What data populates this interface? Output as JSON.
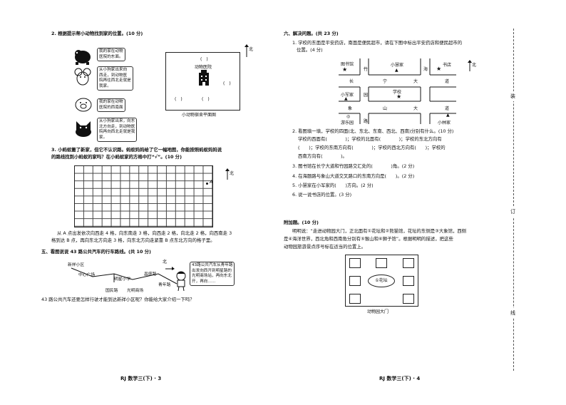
{
  "left": {
    "q2": {
      "title": "2. 根据提示帮小动物找到家的位置。(10 分)",
      "bubbles": [
        [
          "我的家在动物",
          "医院的东面。"
        ],
        [
          "从小狗家出来向",
          "西走，到动物医",
          "院再往西北走就是",
          "我家。"
        ],
        [
          "我的家在动物",
          "医院的西南面"
        ],
        [
          "从小狗家出来，向东",
          "北方向走，到动物医",
          "院再向西北走就是我",
          "家。"
        ]
      ],
      "map_center_label": "动物医院",
      "map_caption": "小动物宿舍平面图",
      "north_label": "北"
    },
    "q3": {
      "title_line1": "3. 小蚂蚁搬了新家，但它不认识路。蚂蚁妈妈给了它一幅地图，你能按照蚂蚁妈妈说",
      "title_line2": "的路线找到小蚂蚁的家吗？在小蚂蚁家的方格中打“√”。(10 分)",
      "point_a": "A",
      "north_label": "北",
      "route_line1": "从 A 点出发依次向西走 4 格，向东南走 3 格，向西走 2 格，向北走 2 格，向西南走 3",
      "route_line2": "格到达 B 点，再向东北方向走 3 格，向东北方向走紧靠 B 点东北方向的格子里。"
    },
    "q5": {
      "title": "五、看图说说 43 路公共汽车的行车路线。(共 10 分)",
      "stops": {
        "xinxin": "新祥小区",
        "zhongxin": "中心广场",
        "mingxing": "明星小学",
        "changsheng": "昌盛路",
        "guomin": "国民路",
        "guangming": "光明商场",
        "qingnian": "青年路"
      },
      "north_label": "北",
      "bubble": [
        "43路公共汽车从青年路",
        "出发向西开到明星路的",
        "光明商场站，再向东北",
        "开，再向……"
      ],
      "question": "43 路公共汽车还要怎样行驶才能到达新祥小区呢？你能给大家介绍一下吗？"
    },
    "footer": "RJ 数学三(下) · 3"
  },
  "right": {
    "q6": {
      "title": "六、解决问题。(共 23 分)",
      "p1_line1": "1. 学校的东面是平安药店，南面是便民超市，请在下图中标出平安药店和便民超市的",
      "p1_line2": "位置。(4 分)",
      "map": {
        "library": "图书馆",
        "xiaohui": "小慧家",
        "shudian": "书店",
        "zhu": "竹",
        "hai": "海",
        "chang": "长",
        "ning": "宁",
        "da": "大",
        "dao": "道",
        "xiaojun": "小军家",
        "yuan": "园",
        "school": "学校",
        "xiang": "象",
        "shan": "山",
        "da2": "大",
        "dao2": "道",
        "youle": "游乐园",
        "lu": "路",
        "xiaolin": "小林家",
        "north": "北"
      },
      "p2_title": "2. 看图填一填，学校的四面(北、东北、东南、西北、西南)分别有什么。(10 分)",
      "p2_line1": "学校的西面有(　　　　)；学校的北面有(　　　　)；学校的东北方向有",
      "p2_line2": "(　　)；学校的东南方向有(　　　　)；学校的西北方向有(　　)；学校的",
      "p2_line3": "西南方向有(　　　　)。",
      "p3": "3. 图书馆在长宁大道和竹园路交汇处的(　　　　)角。(2 分)",
      "p4": "4. 在海题路与象山大道交叉路口的东南方向是(　　)。(2 分)",
      "p5": "5. 小慧家在小军家的(　　)方向。(2 分)",
      "p6": "6. 说一说书店的位置。(3 分)"
    },
    "extra": {
      "title": "附加题。(10 分)",
      "line1": "明明说：“走进动物园大门，正北面有①花坛和②熊猫馆，花坛的东侧是③大象馆，西侧",
      "line2": "是④海洋世界，西北角和西南角分别有⑤猴山和⑥狮子馆”。根据明明的描述，把这些",
      "line3": "动物园旅游景点序号标在适当的位置上。",
      "center": "①花坛",
      "gate": "动物园大门"
    },
    "footer": "RJ 数学三(下) · 4",
    "side_chars": [
      "装",
      "订",
      "线"
    ]
  }
}
